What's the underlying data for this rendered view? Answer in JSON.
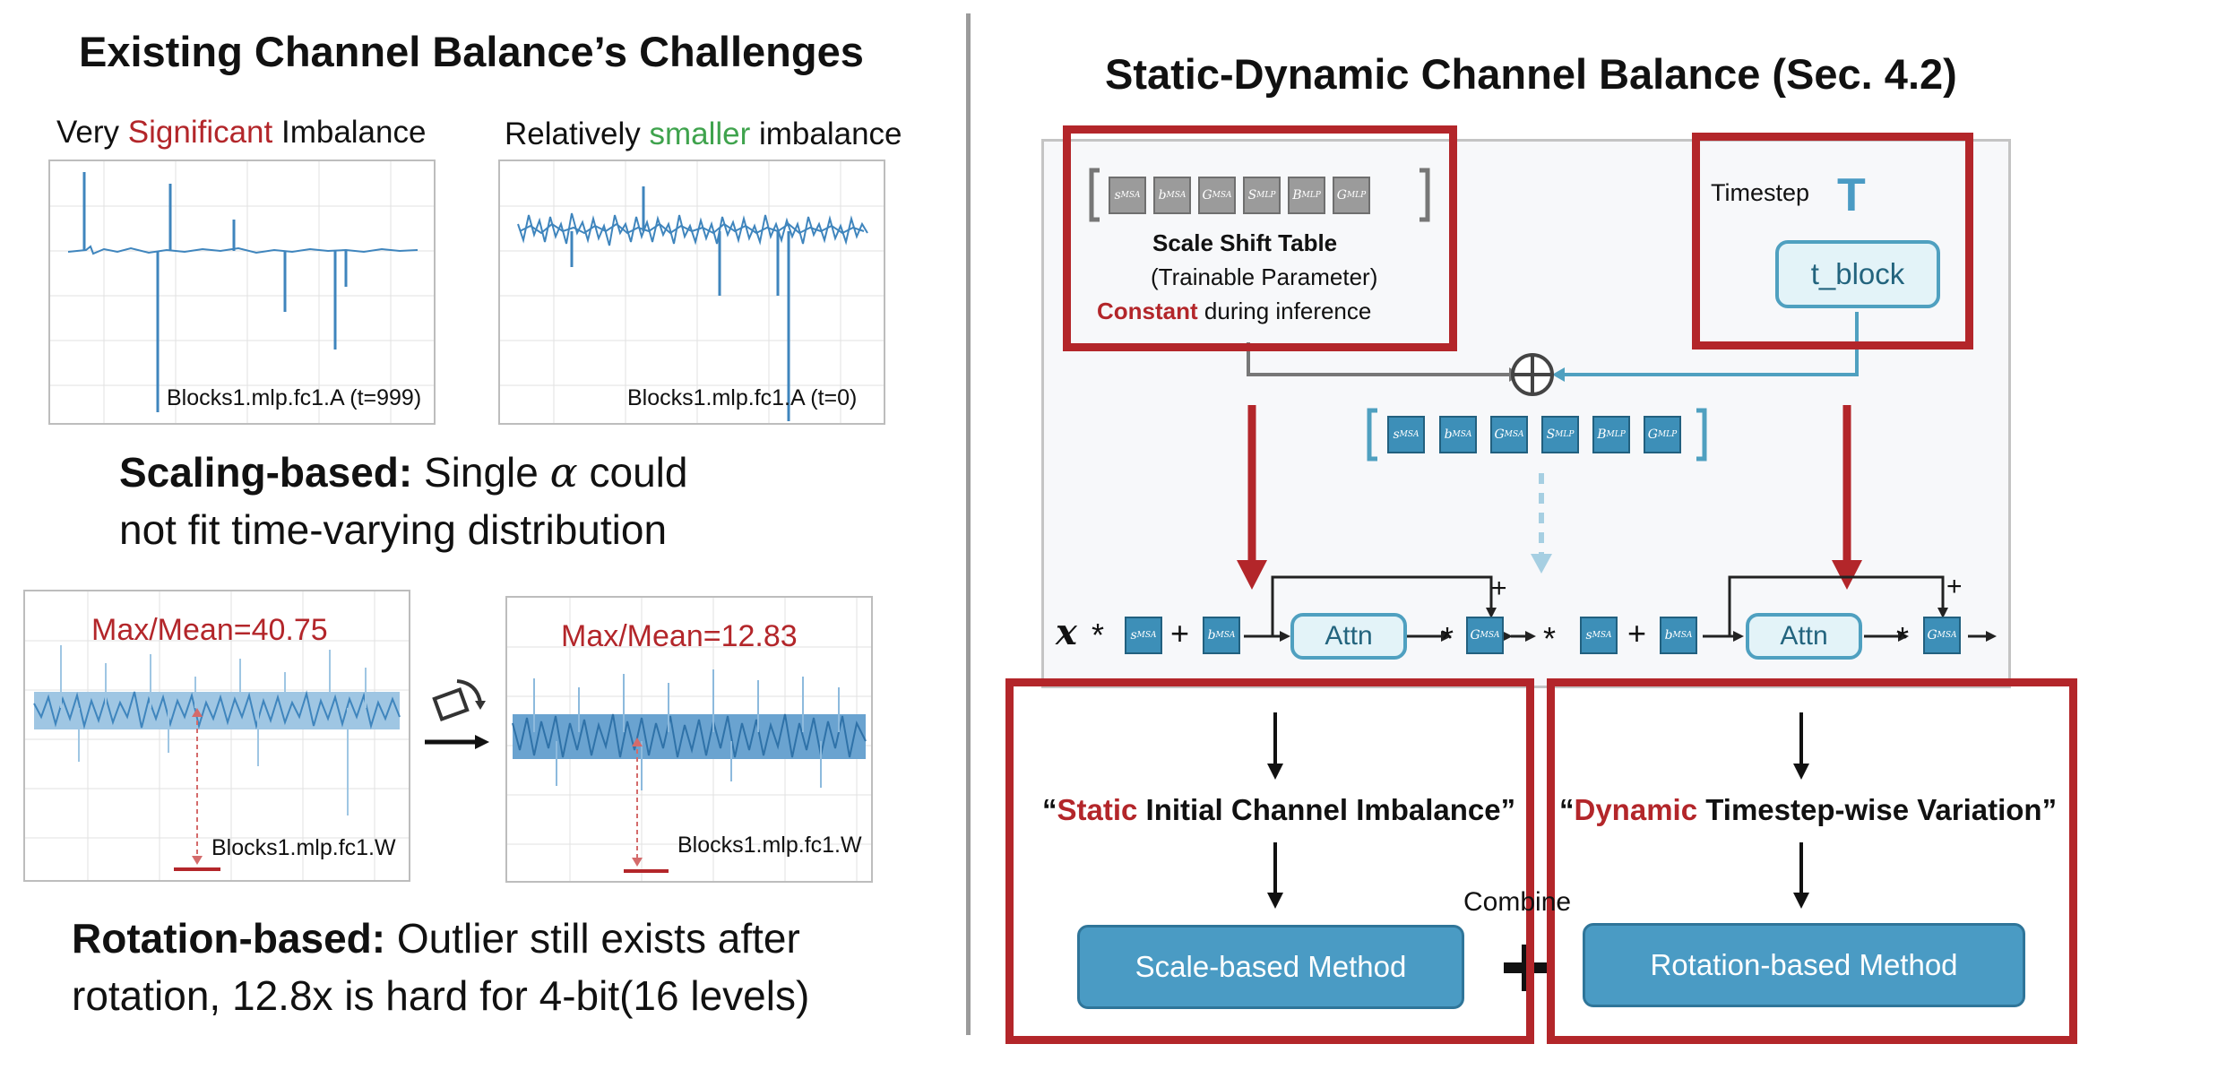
{
  "left": {
    "title": "Existing Channel Balance’s Challenges",
    "plot1_caption": {
      "pre": "Very ",
      "hl": "Significant",
      "post": " Imbalance"
    },
    "plot2_caption": {
      "pre": "Relatively ",
      "hl": "smaller",
      "post": " imbalance"
    },
    "plot1_label": "Blocks1.mlp.fc1.A (t=999)",
    "plot2_label": "Blocks1.mlp.fc1.A (t=0)",
    "scaling": {
      "bold": "Scaling-based:",
      "text1": " Single ",
      "alpha": "α",
      "text2": " could",
      "line2": "not fit time-varying distribution"
    },
    "plot3_maxmean": "Max/Mean=40.75",
    "plot4_maxmean": "Max/Mean=12.83",
    "plot3_label": "Blocks1.mlp.fc1.W",
    "plot4_label": "Blocks1.mlp.fc1.W",
    "rotation": {
      "bold": "Rotation-based:",
      "text1": " Outlier still exists after",
      "line2": "rotation, 12.8x is hard for 4-bit(16 levels)"
    }
  },
  "right": {
    "title": "Static-Dynamic Channel Balance (Sec. 4.2)",
    "table": {
      "chips": [
        {
          "main": "s",
          "sub": "MSA"
        },
        {
          "main": "b",
          "sub": "MSA"
        },
        {
          "main": "G",
          "sub": "MSA"
        },
        {
          "main": "S",
          "sub": "MLP"
        },
        {
          "main": "B",
          "sub": "MLP"
        },
        {
          "main": "G",
          "sub": "MLP"
        }
      ],
      "name": "Scale Shift Table",
      "param": "(Trainable Parameter)",
      "const_hl": "Constant",
      "const_rest": " during inference"
    },
    "timestep": {
      "label": "Timestep",
      "symbol": "T",
      "block": "t_block"
    },
    "pipeline": {
      "x": "x",
      "star": "*",
      "plus": "+",
      "attn": "Attn",
      "s": "s",
      "b": "b",
      "g": "G",
      "msa": "MSA"
    },
    "static_quote": {
      "open": "“",
      "hl": "Static",
      "rest": " Initial Channel Imbalance”"
    },
    "dynamic_quote": {
      "open": "“",
      "hl": "Dynamic",
      "rest": " Timestep-wise Variation”"
    },
    "combine": "Combine",
    "scale_method": "Scale-based Method",
    "rotation_method": "Rotation-based Method"
  },
  "colors": {
    "red": "#b3262a",
    "blue": "#3d8fb8",
    "green": "#3fa34d",
    "gray": "#9b9b9b"
  }
}
